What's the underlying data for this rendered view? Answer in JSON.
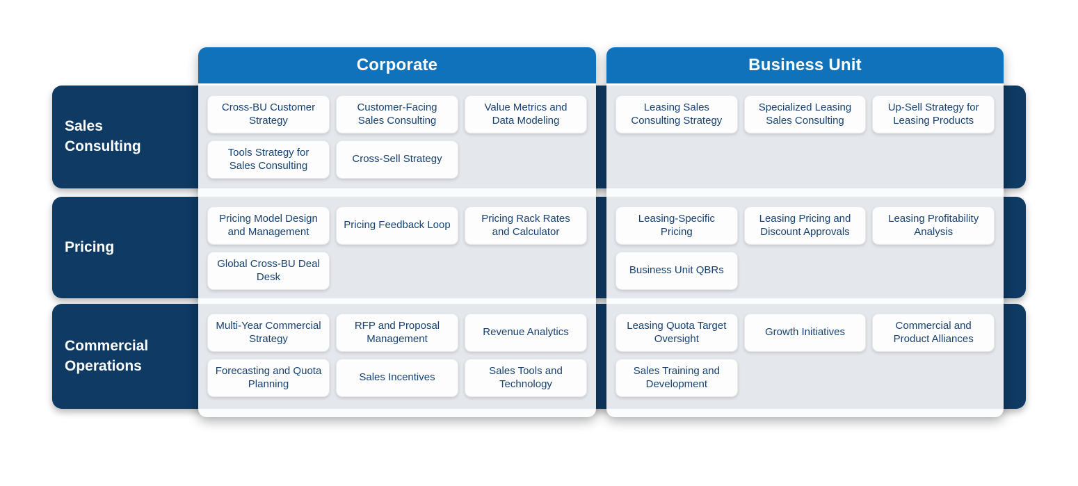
{
  "headers": {
    "corporate": "Corporate",
    "business_unit": "Business Unit"
  },
  "rows": [
    {
      "label": "Sales Consulting",
      "corporate": [
        "Cross-BU Customer Strategy",
        "Customer-Facing Sales Consulting",
        "Value Metrics and Data Modeling",
        "Tools Strategy for Sales Consulting",
        "Cross-Sell Strategy"
      ],
      "business_unit": [
        "Leasing Sales Consulting Strategy",
        "Specialized Leasing Sales Consulting",
        "Up-Sell Strategy for Leasing Products"
      ]
    },
    {
      "label": "Pricing",
      "corporate": [
        "Pricing Model Design and Management",
        "Pricing Feedback Loop",
        "Pricing Rack Rates and Calculator",
        "Global Cross-BU Deal Desk"
      ],
      "business_unit": [
        "Leasing-Specific Pricing",
        "Leasing Pricing and Discount Approvals",
        "Leasing Profitability Analysis",
        "Business Unit QBRs"
      ]
    },
    {
      "label": "Commercial Operations",
      "corporate": [
        "Multi-Year Commercial Strategy",
        "RFP and Proposal Management",
        "Revenue Analytics",
        "Forecasting and Quota Planning",
        "Sales Incentives",
        "Sales Tools and Technology"
      ],
      "business_unit": [
        "Leasing Quota Target Oversight",
        "Growth Initiatives",
        "Commercial and Product Alliances",
        "Sales Training and Development"
      ]
    }
  ],
  "colors": {
    "header_blue": "#0f72ba",
    "row_navy": "#0f3a63",
    "section_gray": "#e4e7ec",
    "card_text_blue": "#17416f",
    "card_bg": "#fdfdfe"
  }
}
